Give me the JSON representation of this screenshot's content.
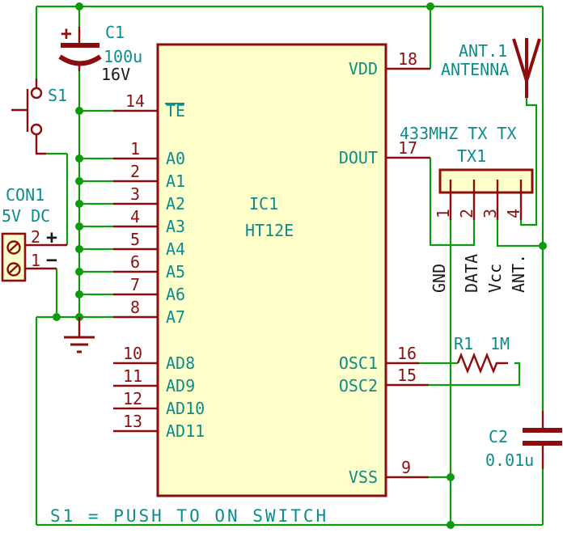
{
  "colors": {
    "wire_green": "#0b9b0b",
    "symbol_red": "#8b0d0d",
    "label_teal": "#0d8c8c",
    "text_black": "#1a1a1a",
    "component_fill": "#ffffc9",
    "background": "#ffffff"
  },
  "power": {
    "c1": {
      "ref": "C1",
      "value": "100u",
      "voltage": "16V",
      "polarity": "+"
    },
    "s1": {
      "ref": "S1"
    },
    "con1": {
      "ref": "CON1",
      "value": "5V DC",
      "pin2_num": "2",
      "pin2_sign": "+",
      "pin1_num": "1",
      "pin1_sign": "−"
    }
  },
  "ic": {
    "ref": "IC1",
    "part": "HT12E",
    "pins": {
      "te": {
        "num": "14",
        "name": "TE"
      },
      "a0": {
        "num": "1",
        "name": "A0"
      },
      "a1": {
        "num": "2",
        "name": "A1"
      },
      "a2": {
        "num": "3",
        "name": "A2"
      },
      "a3": {
        "num": "4",
        "name": "A3"
      },
      "a4": {
        "num": "5",
        "name": "A4"
      },
      "a5": {
        "num": "6",
        "name": "A5"
      },
      "a6": {
        "num": "7",
        "name": "A6"
      },
      "a7": {
        "num": "8",
        "name": "A7"
      },
      "ad8": {
        "num": "10",
        "name": "AD8"
      },
      "ad9": {
        "num": "11",
        "name": "AD9"
      },
      "ad10": {
        "num": "12",
        "name": "AD10"
      },
      "ad11": {
        "num": "13",
        "name": "AD11"
      },
      "vdd": {
        "num": "18",
        "name": "VDD"
      },
      "dout": {
        "num": "17",
        "name": "DOUT"
      },
      "osc1": {
        "num": "16",
        "name": "OSC1"
      },
      "osc2": {
        "num": "15",
        "name": "OSC2"
      },
      "vss": {
        "num": "9",
        "name": "VSS"
      }
    }
  },
  "antenna": {
    "ref": "ANT.1",
    "name": "ANTENNA"
  },
  "tx": {
    "heading": "433MHZ TX TX",
    "ref": "TX1",
    "pins": [
      {
        "num": "1",
        "name": "GND"
      },
      {
        "num": "2",
        "name": "DATA"
      },
      {
        "num": "3",
        "name": "Vcc"
      },
      {
        "num": "4",
        "name": "ANT."
      }
    ]
  },
  "r1": {
    "ref": "R1",
    "value": "1M"
  },
  "c2": {
    "ref": "C2",
    "value": "0.01u"
  },
  "note": "S1 = PUSH TO ON SWITCH"
}
